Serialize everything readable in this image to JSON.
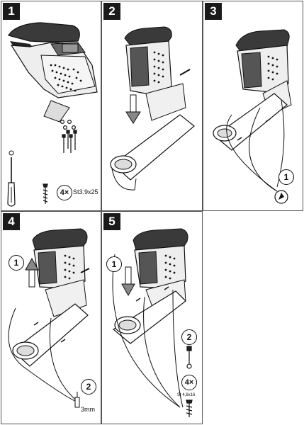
{
  "steps": [
    {
      "number": "1"
    },
    {
      "number": "2"
    },
    {
      "number": "3"
    },
    {
      "number": "4"
    },
    {
      "number": "5"
    }
  ],
  "step1": {
    "qty": "4×",
    "screw_spec": "St3.9x25"
  },
  "step3": {
    "callout": "1"
  },
  "step4": {
    "callout1": "1",
    "callout2": "2",
    "drill_size": "3mm"
  },
  "step5": {
    "callout1": "1",
    "callout2": "2",
    "qty": "4×",
    "screw_spec": "St 4,8x16"
  }
}
